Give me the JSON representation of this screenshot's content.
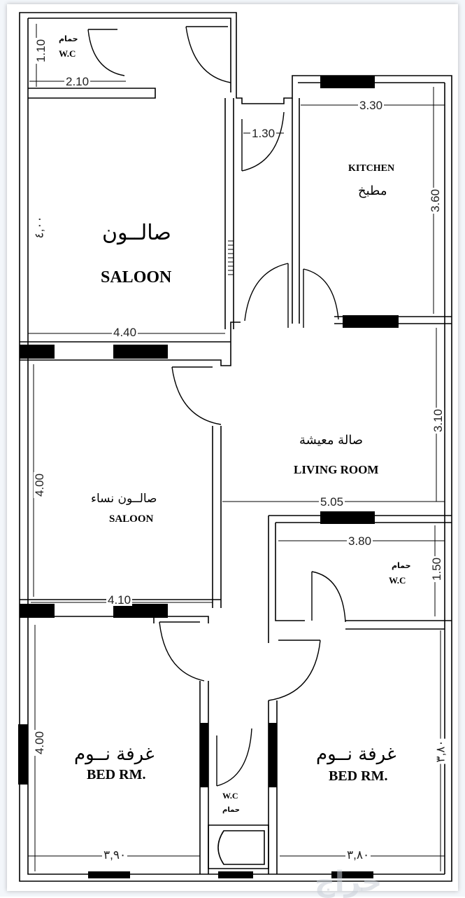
{
  "rooms": {
    "wc_top": {
      "ar": "حمام",
      "en": "W.C"
    },
    "saloon_main": {
      "ar": "صالــون",
      "en": "SALOON"
    },
    "kitchen": {
      "en": "KITCHEN",
      "ar": "مطبخ"
    },
    "living": {
      "ar": "صالة معيشة",
      "en": "LIVING ROOM"
    },
    "saloon_women": {
      "ar": "صالــون نساء",
      "en": "SALOON"
    },
    "wc_right": {
      "ar": "حمام",
      "en": "W.C"
    },
    "bed_left": {
      "ar": "غرفة نــوم",
      "en": "BED RM."
    },
    "bed_right": {
      "ar": "غرفة نــوم",
      "en": "BED RM."
    },
    "wc_bottom": {
      "en": "W.C",
      "ar": "حمام"
    }
  },
  "dimensions": {
    "d1": "1.10",
    "d2": "2.10",
    "d3": "1.30",
    "d4": "3.30",
    "d5": "3.60",
    "d6": "٤,٠٠",
    "d7": "4.40",
    "d8": "3.10",
    "d9": "4.00",
    "d10": "5.05",
    "d11": "3.80",
    "d12": "1.50",
    "d13": "4.10",
    "d14": "4.00",
    "d15": "٣,٨٠",
    "d16": "٣,٩٠",
    "d17": "٣,٨٠"
  },
  "watermark": "حراج"
}
